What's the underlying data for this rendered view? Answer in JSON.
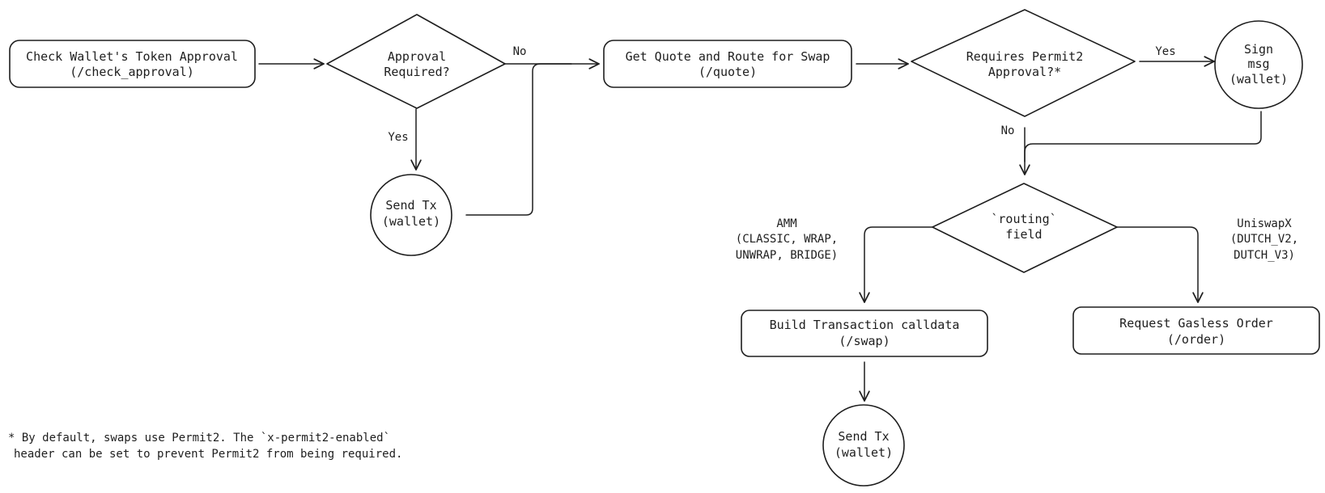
{
  "nodes": {
    "check_approval": {
      "line1": "Check Wallet's Token Approval",
      "line2": "(/check_approval)"
    },
    "approval_required": {
      "line1": "Approval",
      "line2": "Required?"
    },
    "send_tx_1": {
      "line1": "Send Tx",
      "line2": "(wallet)"
    },
    "get_quote": {
      "line1": "Get Quote and Route for Swap",
      "line2": "(/quote)"
    },
    "requires_permit2": {
      "line1": "Requires Permit2",
      "line2": "Approval?*"
    },
    "sign_msg": {
      "line1": "Sign",
      "line2": "msg",
      "line3": "(wallet)"
    },
    "routing_field": {
      "line1": "`routing`",
      "line2": "field"
    },
    "build_tx": {
      "line1": "Build Transaction calldata",
      "line2": "(/swap)"
    },
    "gasless_order": {
      "line1": "Request Gasless Order",
      "line2": "(/order)"
    },
    "send_tx_2": {
      "line1": "Send Tx",
      "line2": "(wallet)"
    }
  },
  "edge_labels": {
    "approval_no": "No",
    "approval_yes": "Yes",
    "permit2_yes": "Yes",
    "permit2_no": "No",
    "amm": {
      "line1": "AMM",
      "line2": "(CLASSIC, WRAP,",
      "line3": "UNWRAP, BRIDGE)"
    },
    "uniswapx": {
      "line1": "UniswapX",
      "line2": "(DUTCH_V2,",
      "line3": "DUTCH_V3)"
    }
  },
  "footnote": {
    "line1": "* By default, swaps use Permit2. The `x-permit2-enabled`",
    "line2": "header can be set to prevent Permit2 from being required."
  }
}
